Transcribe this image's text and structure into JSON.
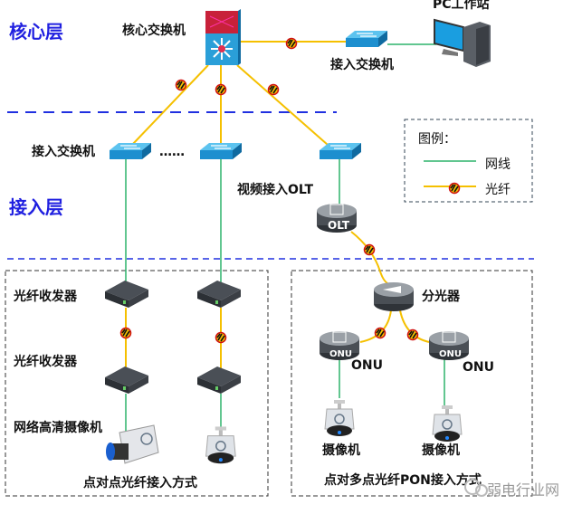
{
  "layers": {
    "core": "核心层",
    "access": "接入层"
  },
  "labels": {
    "core_switch": "核心交换机",
    "access_switch_top": "接入交换机",
    "pc": "PC工作站",
    "access_switch_left": "接入交换机",
    "ellipsis": "……",
    "olt_label": "视频接入OLT",
    "olt_device": "OLT",
    "transceiver_1": "光纤收发器",
    "transceiver_2": "光纤收发器",
    "hd_camera": "网络高清摄像机",
    "p2p_caption": "点对点光纤接入方式",
    "splitter": "分光器",
    "onu_device": "ONU",
    "onu_left": "ONU",
    "onu_right": "ONU",
    "camera_left": "摄像机",
    "camera_right": "摄像机",
    "pon_caption": "点对多点光纤PON接入方式"
  },
  "legend": {
    "title": "图例：",
    "items": [
      {
        "label": "网线",
        "type": "cable"
      },
      {
        "label": "光纤",
        "type": "fiber"
      }
    ]
  },
  "watermark": "弱电行业网",
  "colors": {
    "cable": "#2db36b",
    "fiber": "#f5c000",
    "layer_text": "#2020e0",
    "divider": "#2030e0",
    "switch": "#2a9fd8"
  }
}
